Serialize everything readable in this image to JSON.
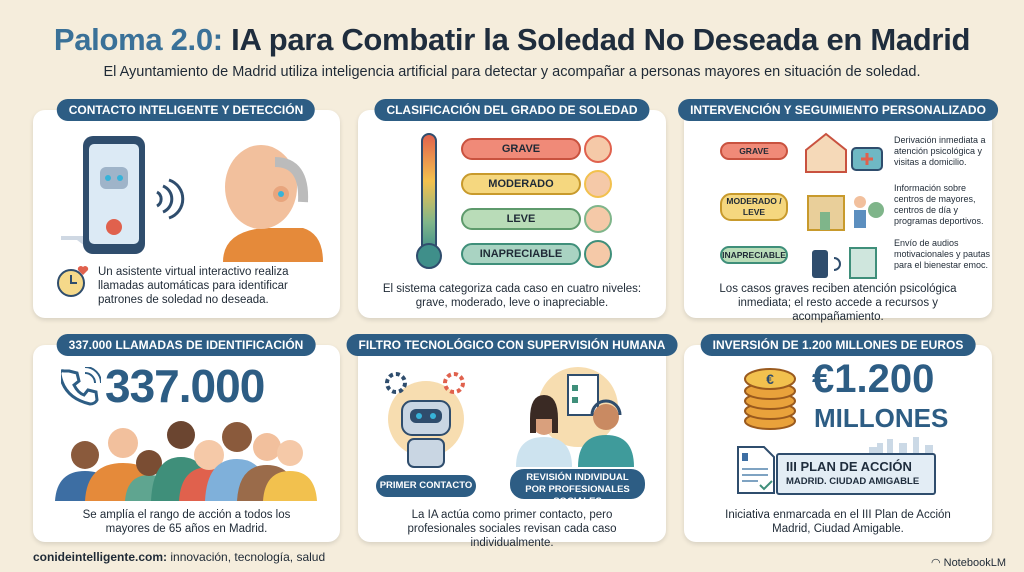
{
  "header": {
    "title_accent": "Paloma 2.0:",
    "title_rest": "IA para Combatir la Soledad No Deseada en Madrid",
    "subtitle": "El Ayuntamiento de Madrid utiliza inteligencia artificial para detectar y acompañar a personas mayores en situación de soledad."
  },
  "panels": {
    "contacto": {
      "heading": "CONTACTO INTELIGENTE Y DETECCIÓN",
      "caption": "Un asistente virtual interactivo realiza llamadas automáticas para identificar patrones de soledad no deseada."
    },
    "clasificacion": {
      "heading": "CLASIFICACIÓN DEL GRADO DE SOLEDAD",
      "levels": [
        "GRAVE",
        "MODERADO",
        "LEVE",
        "INAPRECIABLE"
      ],
      "caption": "El sistema categoriza cada caso en cuatro niveles: grave, moderado, leve o inapreciable."
    },
    "intervencion": {
      "heading": "INTERVENCIÓN Y SEGUIMIENTO PERSONALIZADO",
      "rows": [
        {
          "level": "GRAVE",
          "text": "Derivación inmediata a atención psicológica y visitas a domicilio."
        },
        {
          "level": "MODERADO / LEVE",
          "text": "Información sobre centros de mayores, centros de día y programas deportivos."
        },
        {
          "level": "INAPRECIABLE",
          "text": "Envío de audios motivacionales y pautas para el bienestar emoc."
        }
      ],
      "caption": "Los casos graves reciben atención psicológica inmediata; el resto accede a recursos y acompañamiento."
    },
    "llamadas": {
      "heading": "337.000 LLAMADAS DE IDENTIFICACIÓN",
      "big_number": "337.000",
      "caption": "Se amplía el rango de acción a todos los mayores de 65 años en Madrid."
    },
    "filtro": {
      "heading": "FILTRO TECNOLÓGICO CON SUPERVISIÓN HUMANA",
      "label_ai": "PRIMER CONTACTO",
      "label_human": "REVISIÓN INDIVIDUAL POR PROFESIONALES SOCIALES",
      "caption": "La IA actúa como primer contacto, pero profesionales sociales revisan cada caso individualmente."
    },
    "inversion": {
      "heading": "INVERSIÓN DE 1.200 MILLONES DE EUROS",
      "amount": "€1.200",
      "unit": "MILLONES",
      "plan_title": "III PLAN DE ACCIÓN",
      "plan_subtitle": "MADRID. CIUDAD AMIGABLE",
      "caption": "Iniciativa enmarcada en el III Plan de Acción Madrid, Ciudad Amigable."
    }
  },
  "footer": {
    "site": "conideintelligente.com:",
    "tags": "innovación, tecnología, salud",
    "brand": "NotebookLM"
  },
  "colors": {
    "navy": "#2d5d84",
    "grave": "#e0614d",
    "moderado": "#f2c14e",
    "leve": "#7fb58a",
    "inapreciable": "#6aa58c"
  }
}
